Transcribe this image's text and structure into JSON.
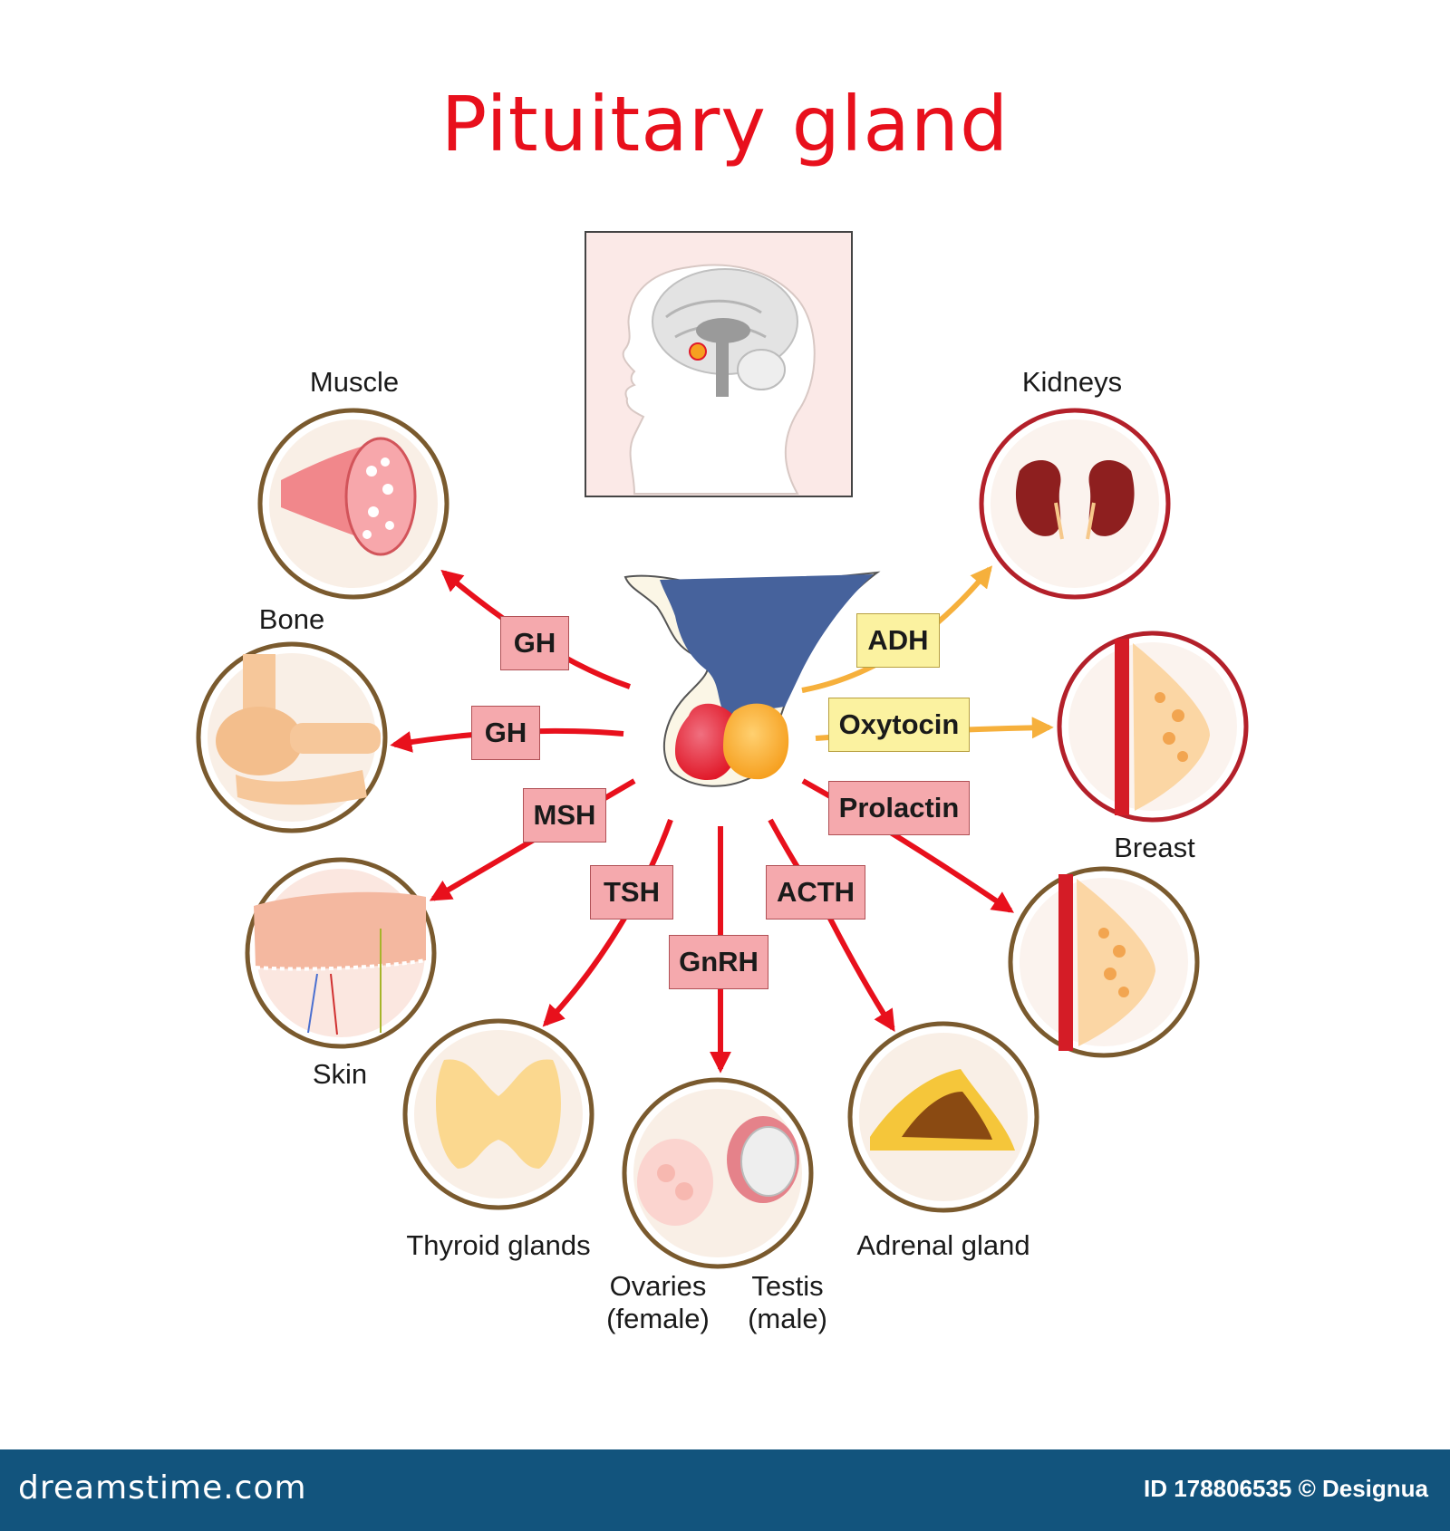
{
  "title": "Pituitary gland",
  "hormones": {
    "gh_muscle": "GH",
    "gh_bone": "GH",
    "msh": "MSH",
    "tsh": "TSH",
    "gnrh": "GnRH",
    "acth": "ACTH",
    "prolactin": "Prolactin",
    "adh": "ADH",
    "oxytocin": "Oxytocin"
  },
  "targets": {
    "muscle": "Muscle",
    "bone": "Bone",
    "skin": "Skin",
    "thyroid": "Thyroid glands",
    "ovaries": [
      "Ovaries",
      "(female)"
    ],
    "testis": [
      "Testis",
      "(male)"
    ],
    "adrenal": "Adrenal gland",
    "kidneys": "Kidneys",
    "breast": "Breast"
  },
  "footer": {
    "brand": "dreamstime.com",
    "credit": "ID 178806535 © Designua"
  },
  "colors": {
    "title": "#e8101c",
    "arrow_red": "#e8101c",
    "arrow_orange": "#f6b03c",
    "hormone_pink": "#f5a9ad",
    "hormone_yellow": "#fbf2a0",
    "circle_brown": "#7a5a2e",
    "circle_red": "#b3202a",
    "footer_bg": "#12547d"
  }
}
